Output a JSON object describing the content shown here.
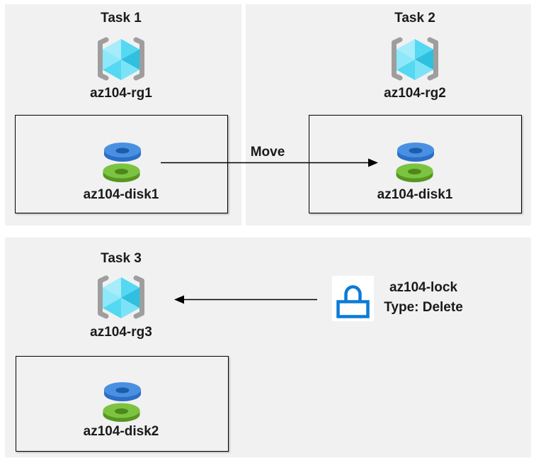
{
  "diagram": {
    "description": "Azure resource-move and lock tasks diagram"
  },
  "tasks": [
    {
      "title": "Task 1",
      "rg": "az104-rg1",
      "disk": "az104-disk1"
    },
    {
      "title": "Task 2",
      "rg": "az104-rg2",
      "disk": "az104-disk1"
    },
    {
      "title": "Task 3",
      "rg": "az104-rg3",
      "disk": "az104-disk2"
    }
  ],
  "move_arrow": {
    "label": "Move",
    "from": "az104-rg1 disk box",
    "to": "az104-rg2 disk box"
  },
  "lock": {
    "name": "az104-lock",
    "type": "Type: Delete",
    "target": "az104-rg3"
  },
  "icons": [
    "resource-group-icon",
    "disk-icon",
    "lock-icon",
    "arrow-right-icon",
    "arrow-left-icon"
  ],
  "colors": {
    "panel-bg": "#f1f1f1",
    "text": "#1a1a1a",
    "line": "#000000",
    "box-border": "#000000",
    "bracket-gray": "#9e9e9e",
    "cube-light": "#a7ecfb",
    "cube-mid": "#55d8f1",
    "cube-mid2": "#7ce3f7",
    "cube-dark": "#2ec0de",
    "cube-west": "#8de8f9",
    "disk-blue-top": "#4a90e2",
    "disk-blue-side": "#2b6ec6",
    "disk-blue-hole": "#1d5ca9",
    "disk-green-top": "#7cc341",
    "disk-green-side": "#589620",
    "disk-green-hole": "#4d8819",
    "lock-blue": "#0b7bd6",
    "lock-bg": "#ffffff"
  }
}
